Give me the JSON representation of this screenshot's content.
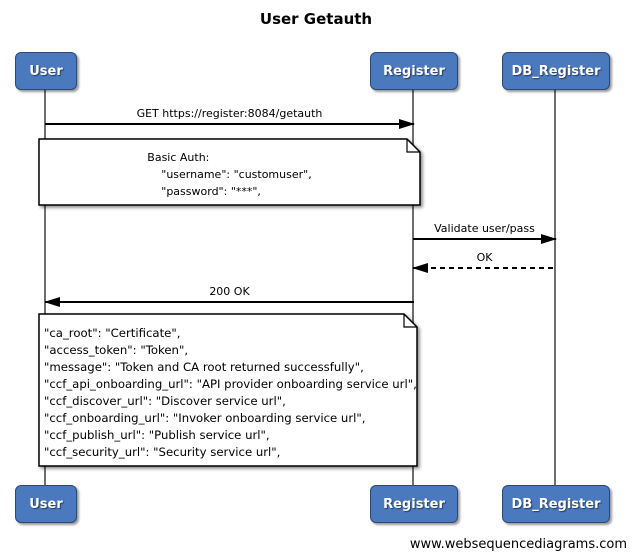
{
  "title": "User Getauth",
  "actors": [
    {
      "label": "User"
    },
    {
      "label": "Register"
    },
    {
      "label": "DB_Register"
    }
  ],
  "messages": [
    {
      "label": "GET https://register:8084/getauth",
      "from": "User",
      "to": "Register",
      "style": "solid"
    },
    {
      "label": "Validate user/pass",
      "from": "Register",
      "to": "DB_Register",
      "style": "solid"
    },
    {
      "label": "OK",
      "from": "DB_Register",
      "to": "Register",
      "style": "dashed"
    },
    {
      "label": "200 OK",
      "from": "Register",
      "to": "User",
      "style": "solid"
    }
  ],
  "notes": [
    {
      "over": "User,Register",
      "lines": [
        "Basic Auth:",
        "    \"username\": \"customuser\",",
        "    \"password\": \"***\","
      ]
    },
    {
      "over": "User,Register",
      "lines": [
        "\"ca_root\": \"Certificate\",",
        "\"access_token\": \"Token\",",
        "\"message\": \"Token and CA root returned successfully\",",
        "\"ccf_api_onboarding_url\": \"API provider onboarding service url\",",
        "\"ccf_discover_url\": \"Discover service url\",",
        "\"ccf_onboarding_url\": \"Invoker onboarding service url\",",
        "\"ccf_publish_url\": \"Publish service url\",",
        "\"ccf_security_url\": \"Security service url\","
      ]
    }
  ],
  "footer": "www.websequencediagrams.com",
  "colors": {
    "actor_fill": "#4B79BE",
    "actor_border": "#28497C",
    "lifeline": "#6E6E6E",
    "arrow": "#000000",
    "note_fill": "#FFFFFF"
  }
}
